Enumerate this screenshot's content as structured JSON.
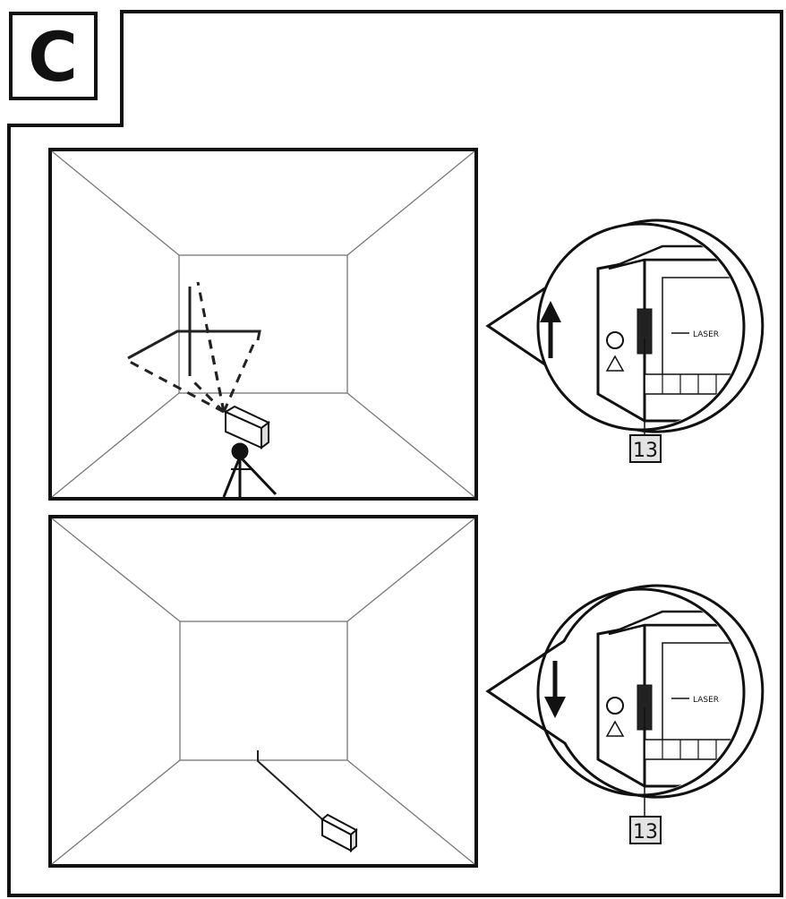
{
  "figure": {
    "section_letter": "C",
    "panel_top": {
      "direction": "up",
      "callout_number": "13",
      "device_text": "LASER"
    },
    "panel_bottom": {
      "direction": "down",
      "callout_number": "13",
      "device_text": "LASER"
    }
  }
}
